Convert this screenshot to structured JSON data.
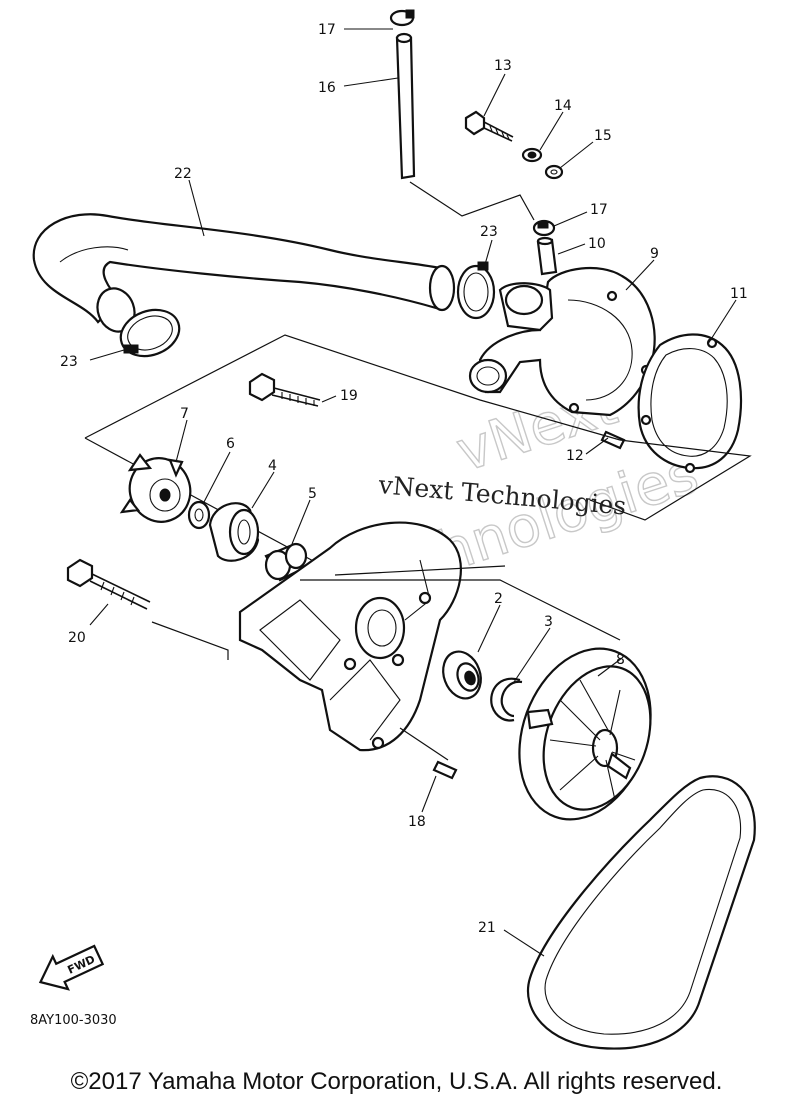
{
  "callouts": {
    "c17a": "17",
    "c16": "16",
    "c13": "13",
    "c14": "14",
    "c15": "15",
    "c22": "22",
    "c17b": "17",
    "c23a": "23",
    "c10": "10",
    "c9": "9",
    "c11": "11",
    "c23b": "23",
    "c19": "19",
    "c7": "7",
    "c6": "6",
    "c4": "4",
    "c5": "5",
    "c12": "12",
    "c20": "20",
    "c2": "2",
    "c3": "3",
    "c8": "8",
    "c18": "18",
    "c21": "21"
  },
  "watermark": {
    "line1": "vNext Technologies",
    "outline_a": "vNext",
    "outline_b": "Technologies"
  },
  "footer": {
    "diagram_code": "8AY100-3030",
    "fwd_label": "FWD",
    "copyright": "©2017 Yamaha Motor Corporation, U.S.A. All rights reserved."
  }
}
